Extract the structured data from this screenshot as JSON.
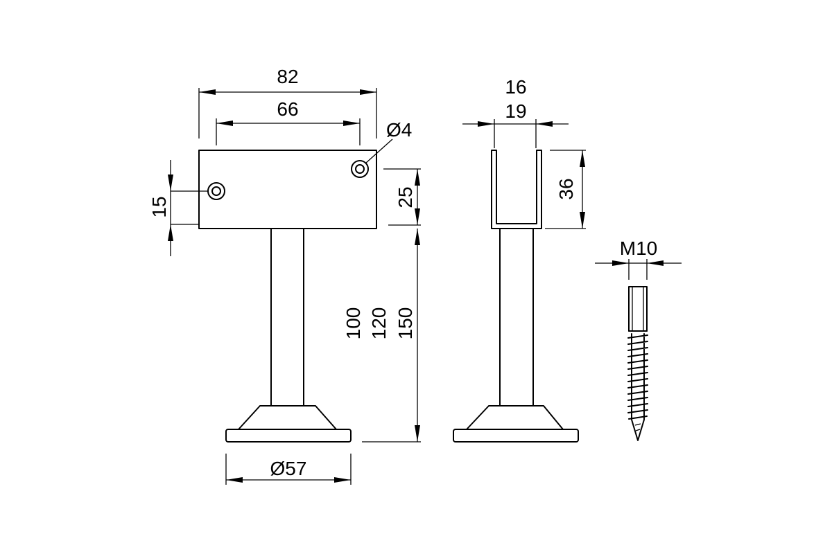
{
  "drawing": {
    "front_view": {
      "overall_width": "82",
      "hole_spacing": "66",
      "hole_diameter": "Ø4",
      "hole_offset_left": "15",
      "plate_height": "25",
      "heights": [
        "100",
        "120",
        "150"
      ],
      "base_diameter": "Ø57"
    },
    "side_view": {
      "inner_width": "16",
      "outer_width": "19",
      "channel_depth": "36"
    },
    "screw": {
      "thread": "M10"
    }
  }
}
